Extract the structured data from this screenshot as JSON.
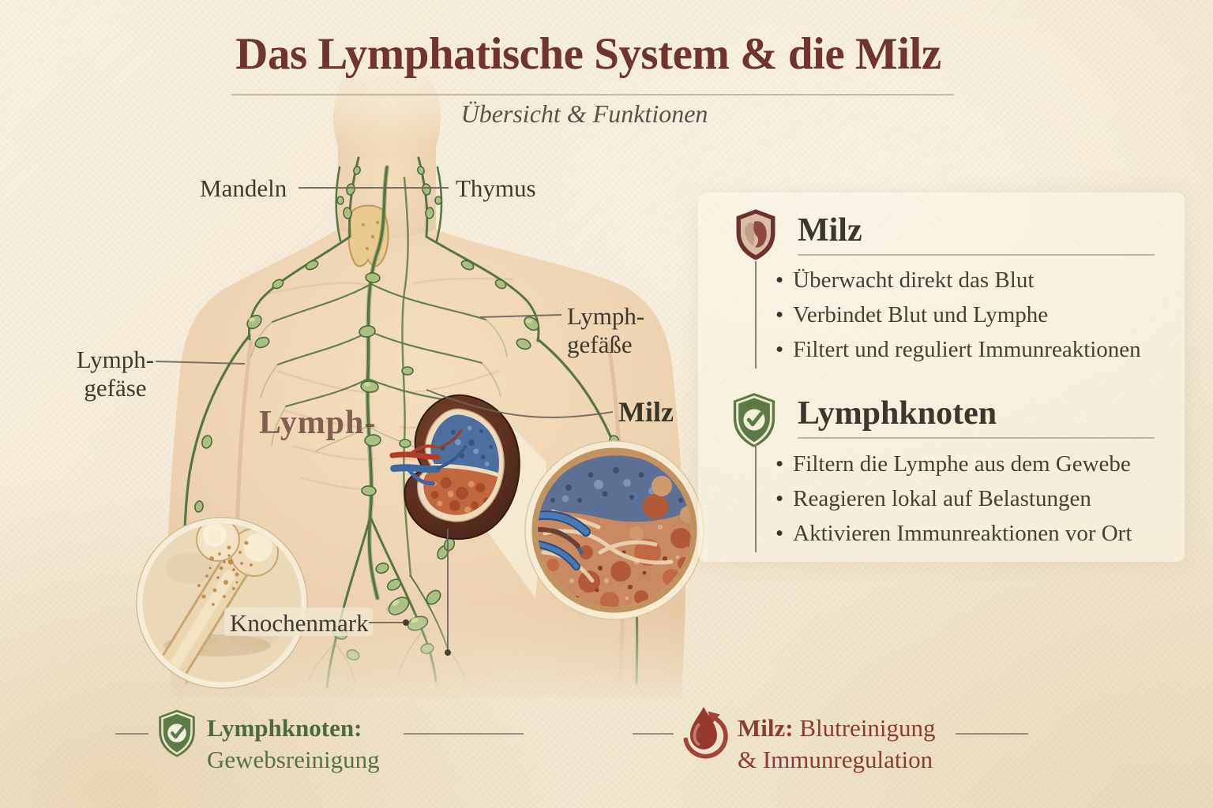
{
  "header": {
    "title": "Das Lymphatische System & die Milz",
    "subtitle": "Übersicht & Funktionen"
  },
  "anatomy_labels": {
    "mandeln": "Mandeln",
    "thymus": "Thymus",
    "lymph_left_1": "Lymph-",
    "lymph_left_2": "gefäse",
    "lymph_right_1": "Lymph-",
    "lymph_right_2": "gefäße",
    "lymph_ghost": "Lymph-",
    "milz": "Milz",
    "knochenmark": "Knochenmark"
  },
  "panel": {
    "milz": {
      "icon": "spleen-shield-icon",
      "title": "Milz",
      "bullets": [
        "Überwacht direkt das Blut",
        "Verbindet Blut und Lymphe",
        "Filtert und reguliert Immunreaktionen"
      ]
    },
    "lymphknoten": {
      "icon": "check-shield-icon",
      "title": "Lymphknoten",
      "bullets": [
        "Filtern die Lymphe aus dem Gewebe",
        "Reagieren lokal auf Belastungen",
        "Aktivieren Immunreaktionen vor Ort"
      ]
    }
  },
  "footer": {
    "left": {
      "icon": "check-shield-icon",
      "bold": "Lymphknoten:",
      "line2": "Gewebsreinigung"
    },
    "right": {
      "icon": "blood-drop-cycle-icon",
      "bold": "Milz:",
      "rest": "Blutreinigung",
      "line2": "& Immunregulation"
    }
  },
  "colors": {
    "background": "#f2e9d6",
    "title": "#6f3330",
    "subtitle": "#57534b",
    "label": "#3f392f",
    "panel_heading": "#3c372e",
    "green_shield": "#5d7a45",
    "footer_green": "#587343",
    "footer_maroon": "#8a3b32",
    "vessel_green": "#567741",
    "node_green": "#a9c07f",
    "spleen_dark": "#45241a",
    "spleen_blue": "#4d6fa0",
    "spleen_red": "#c2683f"
  }
}
